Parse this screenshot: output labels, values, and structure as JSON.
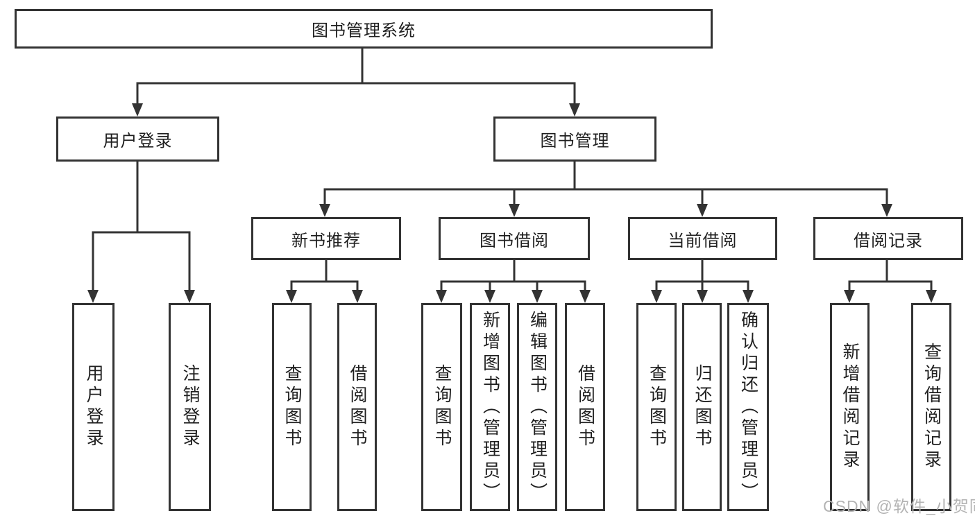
{
  "diagram": {
    "background": "#ffffff",
    "line_color": "#333333",
    "box_border_color": "#333333",
    "text_color": "#1f1f1f",
    "watermark": {
      "text": "CSDN @软件_小贺同学",
      "color": "#b3b3b3"
    }
  },
  "tree": {
    "root": {
      "label": "图书管理系统"
    },
    "branches": [
      {
        "label": "用户登录",
        "leaves": [
          "用户登录",
          "注销登录"
        ]
      },
      {
        "label": "图书管理",
        "groups": [
          {
            "label": "新书推荐",
            "leaves": [
              "查询图书",
              "借阅图书"
            ]
          },
          {
            "label": "图书借阅",
            "leaves": [
              "查询图书",
              "新增图书（管理员）",
              "编辑图书（管理员）",
              "借阅图书"
            ]
          },
          {
            "label": "当前借阅",
            "leaves": [
              "查询图书",
              "归还图书",
              "确认归还（管理员）"
            ]
          },
          {
            "label": "借阅记录",
            "leaves": [
              "新增借阅记录",
              "查询借阅记录"
            ]
          }
        ]
      }
    ]
  }
}
